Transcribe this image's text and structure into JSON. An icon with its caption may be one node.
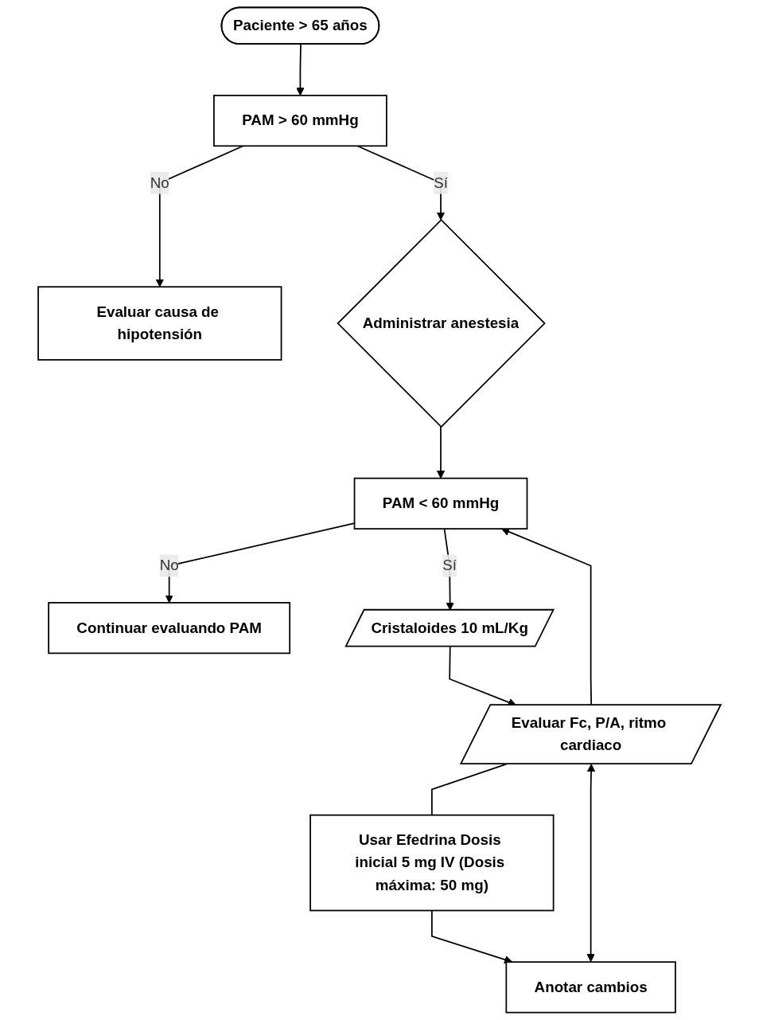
{
  "diagram": {
    "nodes": [
      {
        "text": [
          "Paciente > 65 años"
        ]
      },
      {
        "text": [
          "PAM > 60 mmHg"
        ]
      },
      {
        "text": [
          "Evaluar causa de hipotensión"
        ]
      },
      {
        "text": [
          "Administrar anestesia"
        ]
      },
      {
        "text": [
          "PAM < 60 mmHg"
        ]
      },
      {
        "text": [
          "Continuar evaluando PAM"
        ]
      },
      {
        "text": [
          "Cristaloides 10 mL/Kg"
        ]
      },
      {
        "text": [
          "Evaluar Fc, P/A, ritmo cardiaco"
        ]
      },
      {
        "text": [
          "Usar Efedrina Dosis inicial 5 mg IV (Dosis máxima: 50 mg)"
        ]
      },
      {
        "text": [
          "Anotar cambios"
        ]
      }
    ],
    "edges": [
      {
        "from": 0,
        "to": 1,
        "arrow": "to"
      },
      {
        "from": 1,
        "to": 2,
        "arrow": "to",
        "label": "No"
      },
      {
        "from": 1,
        "to": 3,
        "arrow": "to",
        "label": "Sí"
      },
      {
        "from": 3,
        "to": 4,
        "arrow": "to"
      },
      {
        "from": 4,
        "to": 5,
        "arrow": "to",
        "label": "No"
      },
      {
        "from": 4,
        "to": 6,
        "arrow": "to",
        "label": "Sí"
      },
      {
        "from": 6,
        "to": 7,
        "arrow": "to"
      },
      {
        "from": 7,
        "to": 4,
        "arrow": "to"
      },
      {
        "from": 7,
        "to": 8,
        "arrow": "none"
      },
      {
        "from": 8,
        "to": 9,
        "arrow": "to"
      },
      {
        "from": 9,
        "to": 7,
        "arrow": "both"
      }
    ]
  }
}
